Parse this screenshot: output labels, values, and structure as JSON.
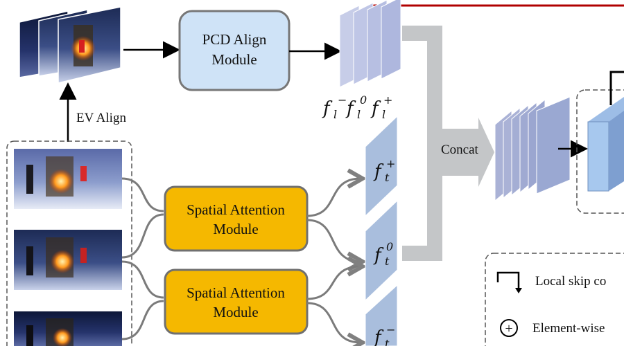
{
  "modules": {
    "pcd": {
      "line1": "PCD Align",
      "line2": "Module"
    },
    "spatial_top": {
      "line1": "Spatial Attention",
      "line2": "Module"
    },
    "spatial_bottom": {
      "line1": "Spatial Attention",
      "line2": "Module"
    }
  },
  "labels": {
    "ev_align": "EV Align",
    "concat": "Concat"
  },
  "features": {
    "aligned": {
      "minus": "−",
      "zero": "0",
      "plus": "+",
      "base": "f",
      "sub": "l"
    },
    "t": {
      "base": "f",
      "sub": "t",
      "plus": "+",
      "zero": "0",
      "minus": "−"
    }
  },
  "legend": {
    "skip_text": "Local skip co",
    "elementwise_text": "Element-wise",
    "plus_symbol": "+"
  },
  "colors": {
    "pcd_fill": "#cfe3f7",
    "spatial_fill": "#f5b800",
    "feature_fill": "#a9bedd",
    "gray_arrow": "#c4c6c8",
    "red_line": "#b00000"
  }
}
